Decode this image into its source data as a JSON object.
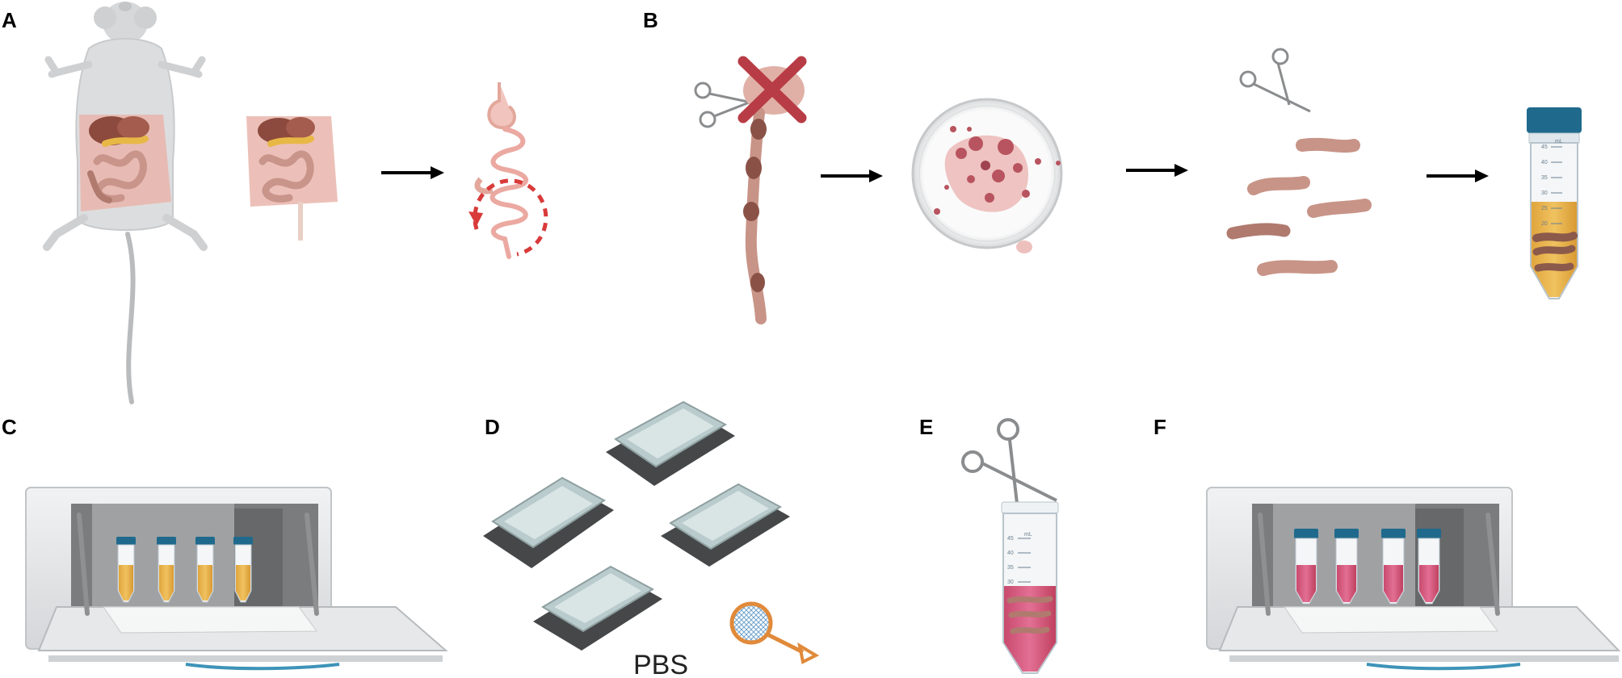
{
  "panels": {
    "a": {
      "label": "A"
    },
    "b": {
      "label": "B"
    },
    "c": {
      "label": "C"
    },
    "d": {
      "label": "D",
      "reagent": "PBS"
    },
    "e": {
      "label": "E"
    },
    "f": {
      "label": "F"
    }
  },
  "tube": {
    "unit": "mL",
    "ticks": [
      "45",
      "40",
      "35",
      "30",
      "25",
      "20"
    ]
  },
  "colors": {
    "tissue": "#d9a39a",
    "intestine": "#c9948a",
    "organ_dark": "#8c4a3e",
    "liver": "#a35c4d",
    "fat_yellow": "#e8b847",
    "tumor": "#b8545f",
    "cross": "#b83c45",
    "dashed_arrow": "#d93a3a",
    "tube_cap": "#1f6a8c",
    "medium_yellow": "#e8b24a",
    "medium_pink": "#d4577a",
    "incubator_body": "#e7e9ea",
    "chamber": "#7a7c7e",
    "wash_tray": "#b9cbcc",
    "strainer_orange": "#e08a3a",
    "strainer_mesh": "#6fa3cc"
  }
}
